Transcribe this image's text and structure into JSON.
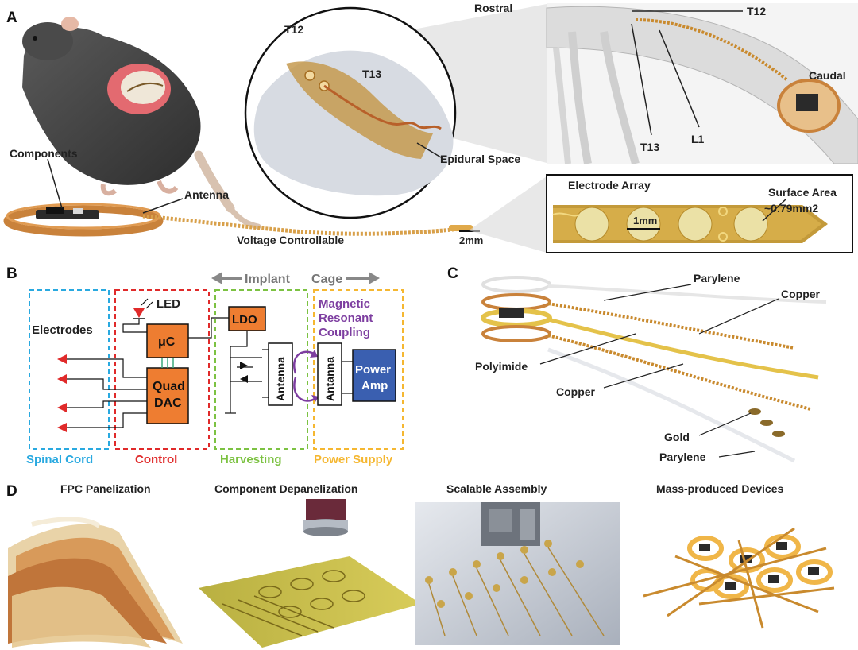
{
  "panels": {
    "a": "A",
    "b": "B",
    "c": "C",
    "d": "D"
  },
  "panel_a": {
    "components": "Components",
    "antenna": "Antenna",
    "voltage": "Voltage Controllable",
    "scale": "2mm",
    "inset_t12": "T12",
    "inset_t13": "T13",
    "epidural": "Epidural Space",
    "rostral": "Rostral",
    "spine_t12": "T12",
    "spine_t13": "T13",
    "l1": "L1",
    "caudal": "Caudal",
    "electrode_array": "Electrode Array",
    "one_mm": "1mm",
    "surface_area": "Surface Area",
    "surface_value": "~0.79mm2"
  },
  "panel_b": {
    "implant": "Implant",
    "cage": "Cage",
    "led": "LED",
    "electrodes": "Electrodes",
    "uc": "μC",
    "ldo": "LDO",
    "quad": "Quad",
    "dac": "DAC",
    "antenna_left": "Antenna",
    "antenna_right": "Antanna",
    "power": "Power",
    "amp": "Amp",
    "magnetic": "Magnetic",
    "resonant": "Resonant",
    "coupling": "Coupling",
    "spinal_cord": "Spinal Cord",
    "control": "Control",
    "harvesting": "Harvesting",
    "power_supply": "Power Supply",
    "colors": {
      "spinal": "#29a9e0",
      "control": "#e02a2a",
      "harvest": "#7cc242",
      "supply": "#f5b731",
      "orange": "#ee7d31",
      "blue": "#3a5fb0",
      "purple": "#7d3ea0"
    }
  },
  "panel_c": {
    "parylene_top": "Parylene",
    "copper_top": "Copper",
    "polyimide": "Polyimide",
    "copper_bottom": "Copper",
    "gold": "Gold",
    "parylene_bottom": "Parylene"
  },
  "panel_d": {
    "fpc": "FPC Panelization",
    "depanel": "Component Depanelization",
    "assembly": "Scalable Assembly",
    "mass": "Mass-produced Devices"
  }
}
